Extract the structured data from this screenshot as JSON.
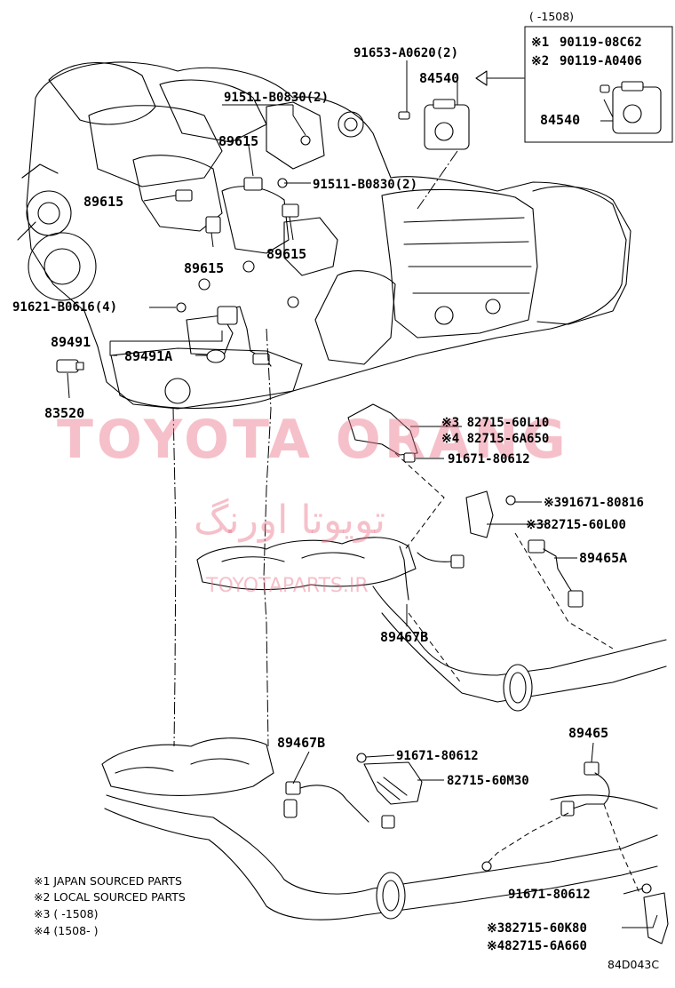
{
  "diagram_code": "84D043C",
  "inset": {
    "range_label": "(      -1508)",
    "lines": [
      {
        "mark": "※1",
        "part": "90119-08C62"
      },
      {
        "mark": "※2",
        "part": "90119-A0406"
      }
    ],
    "part_main": "84540"
  },
  "parts": {
    "p_91653": "91653-A0620(2)",
    "p_84540": "84540",
    "p_91511_a": "91511-B0830(2)",
    "p_89615_a": "89615",
    "p_89615_b": "89615",
    "p_91511_b": "91511-B0830(2)",
    "p_89615_c": "89615",
    "p_89615_d": "89615",
    "p_91621": "91621-B0616(4)",
    "p_89491": "89491",
    "p_89491a": "89491A",
    "p_83520": "83520",
    "p_82715_60l10": "※3 82715-60L10",
    "p_82715_6a650": "※4 82715-6A650",
    "p_91671_a": "91671-80612",
    "p_91671_80816": "※391671-80816",
    "p_82715_60l00": "※382715-60L00",
    "p_89465a": "89465A",
    "p_89467b_a": "89467B",
    "p_89467b_b": "89467B",
    "p_91671_b": "91671-80612",
    "p_82715_60m30": "82715-60M30",
    "p_89465": "89465",
    "p_91671_c": "91671-80612",
    "p_82715_60k80": "※382715-60K80",
    "p_82715_6a660": "※482715-6A660"
  },
  "legend": [
    "※1 JAPAN SOURCED PARTS",
    "※2 LOCAL SOURCED PARTS",
    "※3 (       -1508)",
    "※4 (1508-       )"
  ],
  "watermark": {
    "line1": "TOYOTA ORANG",
    "line2": "تویوتا اورنگ",
    "line3": "TOYOTAPARTS.IR"
  }
}
